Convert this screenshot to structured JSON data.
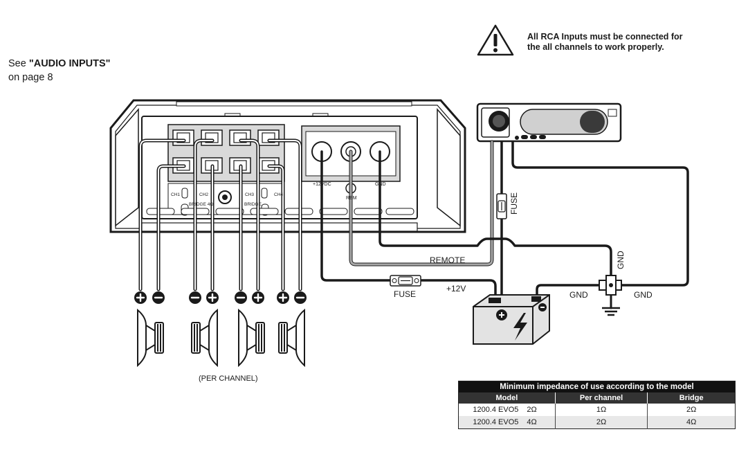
{
  "left_note": {
    "prefix": "See ",
    "quoted": "\"AUDIO INPUTS\"",
    "line2": "on page 8"
  },
  "warning": {
    "line1": "All RCA Inputs must be connected for",
    "line2": "the all channels to work properly.",
    "icon": "warning-triangle-icon"
  },
  "amp": {
    "ch1": "CH1",
    "ch2": "CH2",
    "ch3": "CH3",
    "ch4": "CH4",
    "bridge_left": "BRIDGE 4Ω",
    "bridge_right": "BRIDGE",
    "plus12": "+12VDC",
    "rem": "REM",
    "gnd": "GND"
  },
  "labels": {
    "fuse_vertical": "FUSE",
    "fuse_horizontal": "FUSE",
    "remote": "REMOTE",
    "plus12v": "+12V",
    "gnd_vertical": "GND",
    "gnd_left": "GND",
    "gnd_right": "GND",
    "per_channel": "(PER CHANNEL)"
  },
  "table": {
    "caption": "Minimum impedance of use according to the model",
    "headers": [
      "Model",
      "Per channel",
      "Bridge"
    ],
    "rows": [
      {
        "model": "1200.4 EVO5",
        "impedance": "2Ω",
        "per_channel": "1Ω",
        "bridge": "2Ω"
      },
      {
        "model": "1200.4 EVO5",
        "impedance": "4Ω",
        "per_channel": "2Ω",
        "bridge": "4Ω"
      }
    ]
  },
  "colors": {
    "wire": "#1a1a1a",
    "remote_wire": "#a8a8a8",
    "panel": "#d9d9d9",
    "battery": "#e3e3e3",
    "table_caption_bg": "#111111"
  }
}
